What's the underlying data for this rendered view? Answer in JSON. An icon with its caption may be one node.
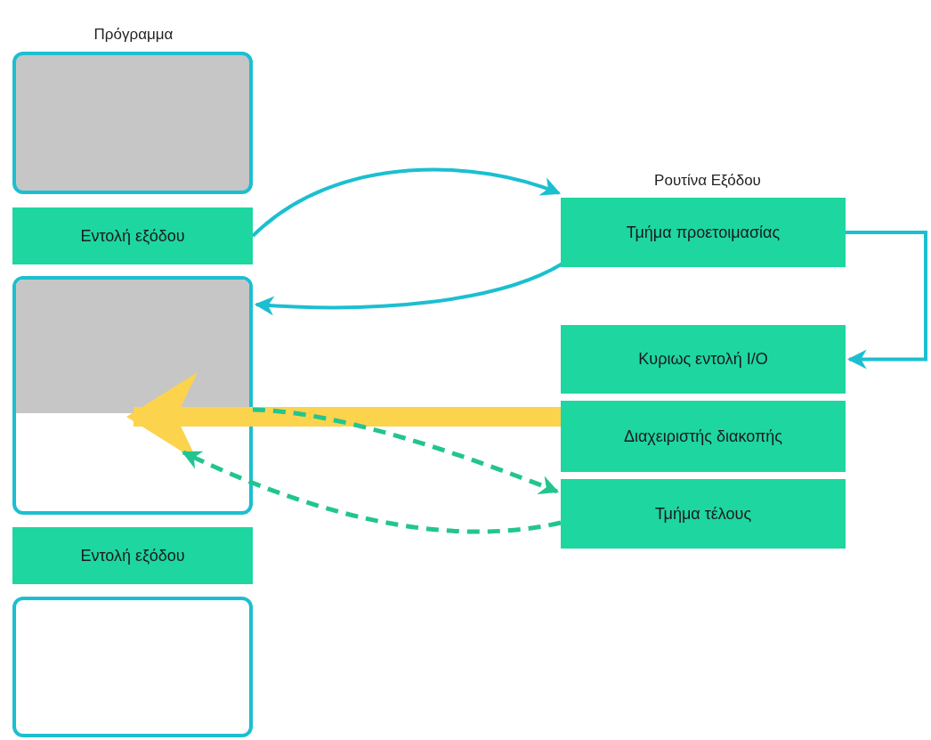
{
  "diagram": {
    "nodes": [
      {
        "text": [],
        "shape": "box"
      },
      {
        "text": [
          "Εντολή εξόδου"
        ]
      },
      {
        "text": [],
        "shape": "box"
      },
      {
        "text": [
          "Εντολή εξόδου"
        ]
      },
      {
        "text": [],
        "shape": "box"
      },
      {
        "text": [
          "Τμήμα προετοιμασίας"
        ]
      },
      {
        "text": [
          "Κυριως εντολή I/O"
        ]
      },
      {
        "text": [
          "Διαχειριστής διακοπής"
        ]
      },
      {
        "text": [
          "Τμήμα τέλους"
        ]
      }
    ],
    "edges": [
      {
        "from": 1,
        "to": 5,
        "arrow": "to"
      },
      {
        "from": 5,
        "to": 2,
        "arrow": "to"
      },
      {
        "from": 5,
        "to": 6,
        "arrow": "to"
      },
      {
        "from": 7,
        "to": 2,
        "arrow": "to",
        "style": "thick",
        "color": "#fcd34d"
      },
      {
        "from": 2,
        "to": 8,
        "arrow": "to",
        "style": "dashed",
        "color": "#22c58f"
      },
      {
        "from": 8,
        "to": 2,
        "arrow": "to",
        "style": "dashed",
        "color": "#22c58f"
      }
    ],
    "labels": [
      "Πρόγραμμα",
      "Ρουτίνα Εξόδου"
    ]
  }
}
